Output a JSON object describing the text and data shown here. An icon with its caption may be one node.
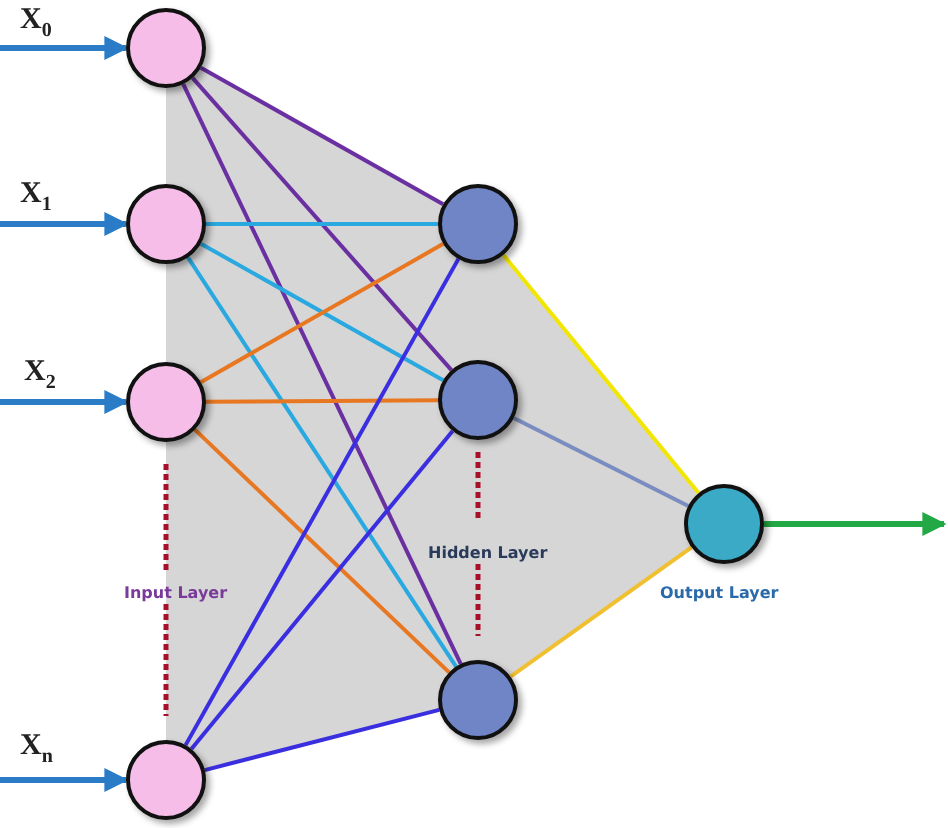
{
  "diagram": {
    "nodes": [
      {
        "text": [],
        "shape": "circle",
        "beside": [
          "X$_{0}$"
        ]
      },
      {
        "text": [],
        "shape": "circle",
        "beside": [
          "X$_{1}$"
        ]
      },
      {
        "text": [],
        "shape": "circle",
        "beside": [
          "X$_{2}$"
        ]
      },
      {
        "text": [],
        "shape": "circle",
        "beside": [
          "X$_{n}$"
        ]
      },
      {
        "text": [],
        "shape": "circle"
      },
      {
        "text": [],
        "shape": "circle"
      },
      {
        "text": [],
        "shape": "circle"
      },
      {
        "text": [],
        "shape": "circle"
      }
    ],
    "edges": [
      {
        "from": null,
        "to": 0,
        "arrow": "to",
        "color": "#2a7cc7"
      },
      {
        "from": null,
        "to": 1,
        "arrow": "to",
        "color": "#2a7cc7"
      },
      {
        "from": null,
        "to": 2,
        "arrow": "to",
        "color": "#2a7cc7"
      },
      {
        "from": null,
        "to": 3,
        "arrow": "to",
        "color": "#2a7cc7"
      },
      {
        "from": 0,
        "to": 4,
        "arrow": "none",
        "color": "#6a2fa0"
      },
      {
        "from": 0,
        "to": 5,
        "arrow": "none",
        "color": "#6a2fa0"
      },
      {
        "from": 0,
        "to": 6,
        "arrow": "none",
        "color": "#6a2fa0"
      },
      {
        "from": 1,
        "to": 4,
        "arrow": "none",
        "color": "#29a9e0"
      },
      {
        "from": 1,
        "to": 5,
        "arrow": "none",
        "color": "#29a9e0"
      },
      {
        "from": 1,
        "to": 6,
        "arrow": "none",
        "color": "#29a9e0"
      },
      {
        "from": 2,
        "to": 4,
        "arrow": "none",
        "color": "#e87722"
      },
      {
        "from": 2,
        "to": 5,
        "arrow": "none",
        "color": "#e87722"
      },
      {
        "from": 2,
        "to": 6,
        "arrow": "none",
        "color": "#e87722"
      },
      {
        "from": 3,
        "to": 4,
        "arrow": "none",
        "color": "#3a2fe0"
      },
      {
        "from": 3,
        "to": 5,
        "arrow": "none",
        "color": "#3a2fe0"
      },
      {
        "from": 3,
        "to": 6,
        "arrow": "none",
        "color": "#3a2fe0"
      },
      {
        "from": 4,
        "to": 7,
        "arrow": "none",
        "color": "#f2e600"
      },
      {
        "from": 5,
        "to": 7,
        "arrow": "none",
        "color": "#7b8cc0"
      },
      {
        "from": 6,
        "to": 7,
        "arrow": "none",
        "color": "#f0c030"
      },
      {
        "from": 7,
        "to": null,
        "arrow": "to",
        "color": "#22a844"
      }
    ],
    "labels": [
      "Input Layer",
      "Hidden Layer",
      "Output Layer"
    ]
  }
}
